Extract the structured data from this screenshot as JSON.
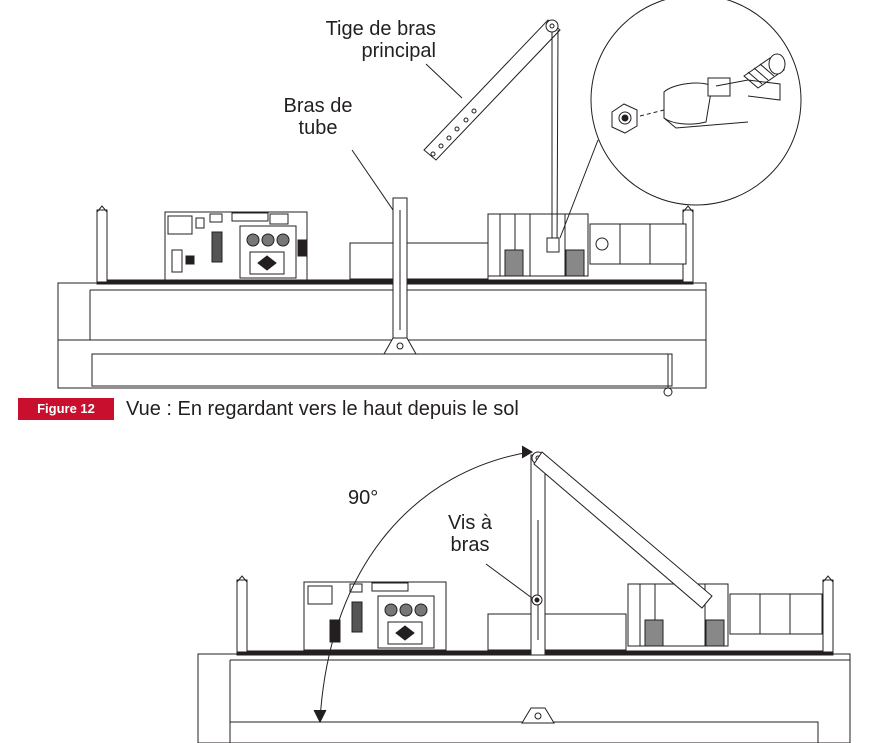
{
  "figure": {
    "number_label": "Figure 12",
    "caption": "Vue : En regardant vers le haut depuis le sol",
    "accent_color": "#c8102e"
  },
  "labels": {
    "main_arm_rod": [
      "Tige de bras",
      "principal"
    ],
    "tube_arm": [
      "Bras de",
      "tube"
    ],
    "arm_screw": [
      "Vis à",
      "bras"
    ],
    "angle": "90°"
  },
  "icons": [
    "hex-nut-icon",
    "lock-washer-icon",
    "socket-cap-screw-icon"
  ]
}
